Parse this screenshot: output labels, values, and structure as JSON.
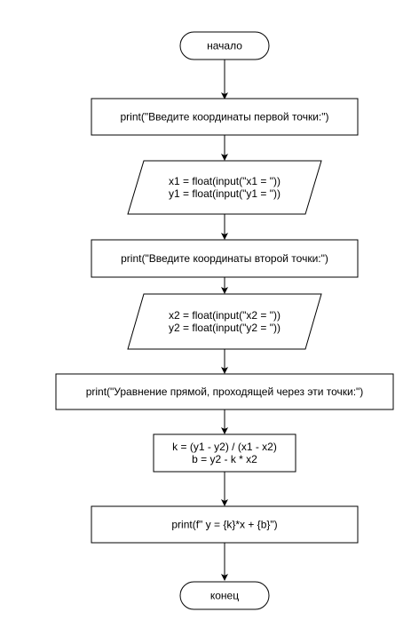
{
  "flowchart": {
    "start": "начало",
    "step1": "print(\"Введите координаты первой точки:\")",
    "input1": [
      "x1 = float(input(\"x1 = \"))",
      "y1 = float(input(\"y1 = \"))"
    ],
    "step2": "print(\"Введите координаты второй точки:\")",
    "input2": [
      "x2 = float(input(\"x2 = \"))",
      "y2 = float(input(\"y2 = \"))"
    ],
    "step3": "print(\"Уравнение прямой, проходящей через эти точки:\")",
    "calc": [
      "k = (y1 - y2) / (x1 - x2)",
      "b = y2 - k * x2"
    ],
    "step4": "print(f\" y = {k}*x + {b}\")",
    "end": "конец"
  }
}
